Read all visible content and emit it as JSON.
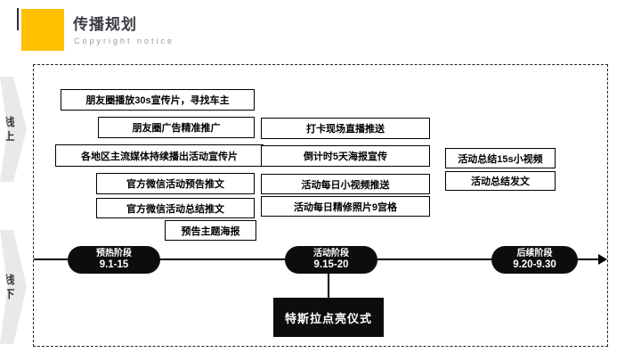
{
  "header": {
    "title": "传播规划",
    "subtitle": "Copyright notice"
  },
  "lanes": {
    "online_label": "线上",
    "offline_label": "线下"
  },
  "activities": {
    "col1": [
      "朋友圈播放30s宣传片，寻找车主",
      "朋友圈广告精准推广",
      "各地区主流媒体持续播出活动宣传片",
      "官方微信活动预告推文",
      "官方微信活动总结推文",
      "预告主题海报"
    ],
    "col2": [
      "打卡现场直播推送",
      "倒计时5天海报宣传",
      "活动每日小视频推送",
      "活动每日精修照片9宫格"
    ],
    "col3": [
      "活动总结15s小视频",
      "活动总结发文"
    ]
  },
  "timeline": {
    "phases": [
      {
        "name": "预热阶段",
        "dates": "9.1-15"
      },
      {
        "name": "活动阶段",
        "dates": "9.15-20"
      },
      {
        "name": "后续阶段",
        "dates": "9.20-9.30"
      }
    ]
  },
  "event": {
    "label": "特斯拉点亮仪式"
  },
  "colors": {
    "accent": "#FFC000",
    "pill_black": "#0d0d0d",
    "lane_gray": "#e9e9e9",
    "title_text": "#3c3c44"
  }
}
